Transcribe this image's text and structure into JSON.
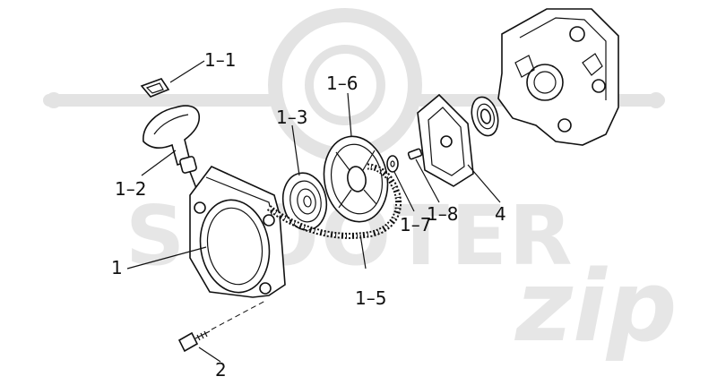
{
  "diagram": {
    "watermark": {
      "brand_text": "SCOOTER",
      "script_text": "zip"
    },
    "callouts": [
      {
        "id": "1-1",
        "label": "1–1"
      },
      {
        "id": "1-2",
        "label": "1–2"
      },
      {
        "id": "1-3",
        "label": "1–3"
      },
      {
        "id": "1-6",
        "label": "1–6"
      },
      {
        "id": "1",
        "label": "1"
      },
      {
        "id": "1-5",
        "label": "1–5"
      },
      {
        "id": "1-7",
        "label": "1–7"
      },
      {
        "id": "1-8",
        "label": "1–8"
      },
      {
        "id": "4",
        "label": "4"
      },
      {
        "id": "2",
        "label": "2"
      }
    ],
    "colors": {
      "line": "#111111",
      "watermark": "#e6e6e6"
    }
  }
}
